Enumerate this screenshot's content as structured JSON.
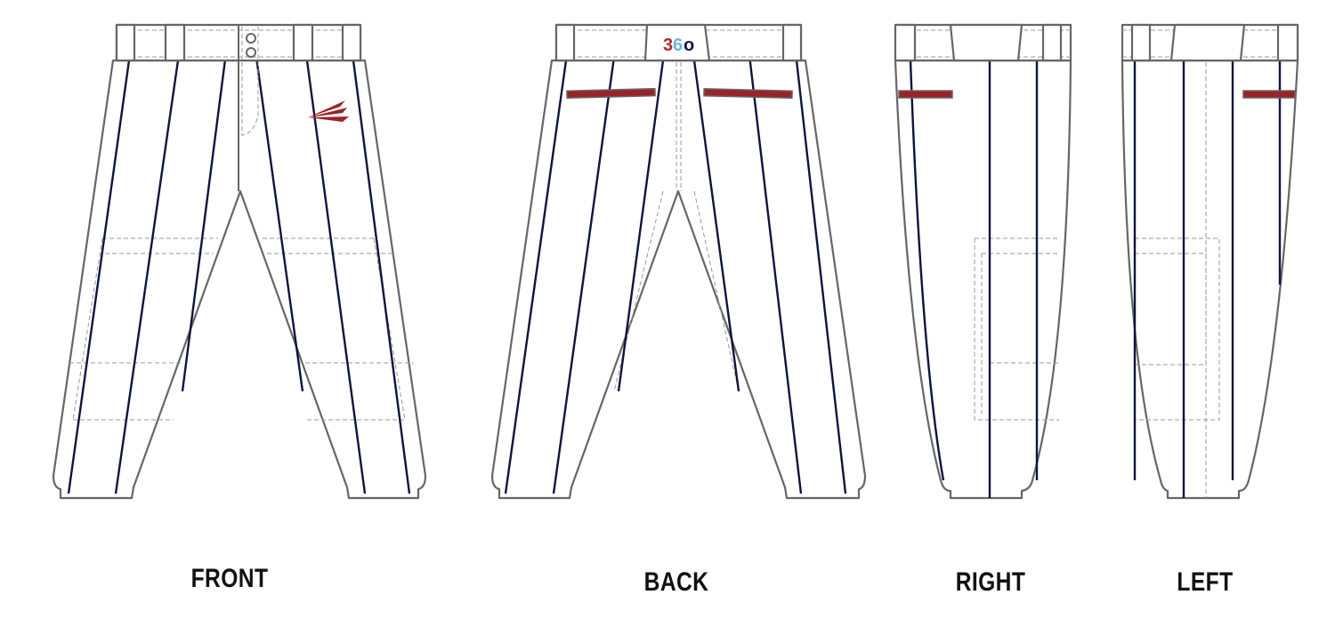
{
  "views": [
    {
      "label": "FRONT"
    },
    {
      "label": "BACK"
    },
    {
      "label": "RIGHT"
    },
    {
      "label": "LEFT"
    }
  ],
  "logo": {
    "text": "360"
  },
  "colors": {
    "outline": "#666666",
    "pinstripe": "#0d1440",
    "pocket_trim": "#9b2226",
    "logo_red": "#b22a2e",
    "logo_blue": "#6cb4e4",
    "logo_navy": "#0d1440"
  }
}
